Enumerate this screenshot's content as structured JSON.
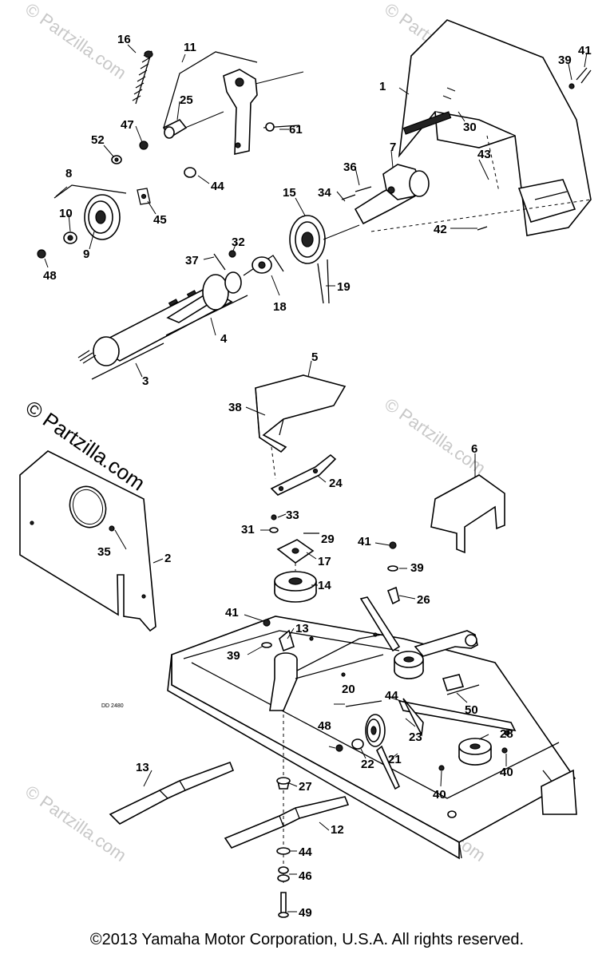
{
  "copyright": "©2013 Yamaha Motor Corporation, U.S.A. All rights reserved.",
  "watermark": "© Partzilla.com",
  "drawing_code": "DD 2480",
  "callouts": [
    "16",
    "11",
    "25",
    "47",
    "52",
    "61",
    "44",
    "8",
    "10",
    "45",
    "9",
    "48",
    "37",
    "32",
    "18",
    "15",
    "19",
    "34",
    "36",
    "7",
    "1",
    "39",
    "41",
    "30",
    "43",
    "42",
    "4",
    "3",
    "5",
    "38",
    "24",
    "6",
    "33",
    "31",
    "29",
    "17",
    "41b",
    "39b",
    "14",
    "26",
    "41c",
    "13",
    "39c",
    "35",
    "2",
    "20",
    "44b",
    "48b",
    "22",
    "23",
    "21",
    "50",
    "28",
    "40",
    "40b",
    "27",
    "12",
    "44c",
    "46",
    "49"
  ],
  "labels": {
    "16": "16",
    "11": "11",
    "25": "25",
    "47": "47",
    "52": "52",
    "61": "61",
    "44": "44",
    "8": "8",
    "10": "10",
    "45": "45",
    "9": "9",
    "48": "48",
    "37": "37",
    "32": "32",
    "18": "18",
    "15": "15",
    "19": "19",
    "34": "34",
    "36": "36",
    "7": "7",
    "1": "1",
    "39": "39",
    "41": "41",
    "30": "30",
    "43": "43",
    "42": "42",
    "4": "4",
    "3": "3",
    "5": "5",
    "38": "38",
    "24": "24",
    "6": "6",
    "33": "33",
    "31": "31",
    "29": "29",
    "17": "17",
    "41b": "41",
    "39b": "39",
    "14": "14",
    "26": "26",
    "41c": "41",
    "13": "13",
    "39c": "39",
    "35": "35",
    "2": "2",
    "20": "20",
    "44b": "44",
    "48b": "48",
    "22": "22",
    "23": "23",
    "21": "21",
    "50": "50",
    "28": "28",
    "40": "40",
    "40b": "40",
    "13b": "13",
    "27": "27",
    "12": "12",
    "44c": "44",
    "46": "46",
    "49": "49"
  }
}
